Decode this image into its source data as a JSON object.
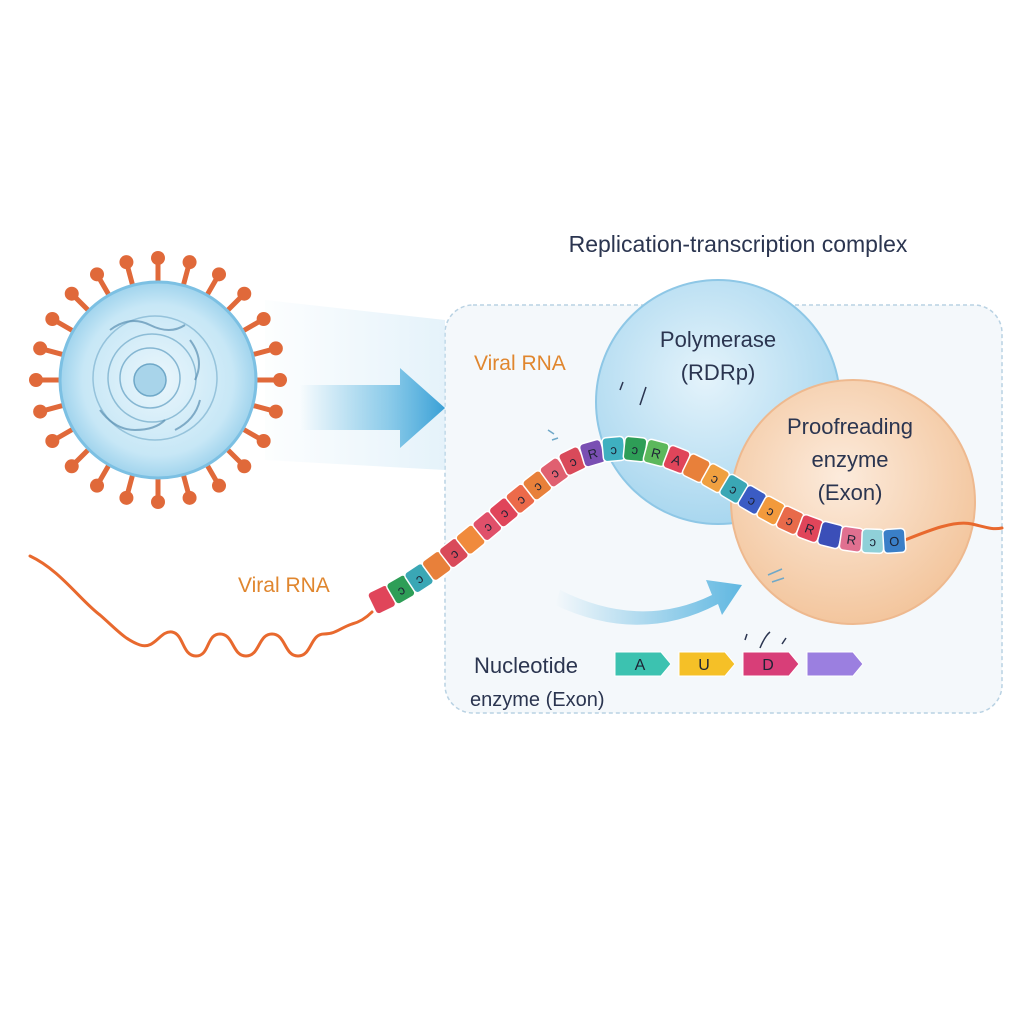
{
  "title": "Replication-transcription complex",
  "labels": {
    "viral_rna_top": "Viral RNA",
    "viral_rna_left": "Viral RNA",
    "polymerase_line1": "Polymerase",
    "polymerase_line2": "(RDRp)",
    "proofreading_line1": "Proofreading",
    "proofreading_line2": "enzyme",
    "proofreading_line3": "(Exon)",
    "nucleotide_line1": "Nucleotide",
    "nucleotide_line2": "enzyme (Exon)"
  },
  "strand_beads": [
    {
      "color": "#e0455a",
      "glyph": ""
    },
    {
      "color": "#2e9e57",
      "glyph": "ɔ"
    },
    {
      "color": "#3aa7b5",
      "glyph": "ɔ"
    },
    {
      "color": "#e8803a",
      "glyph": ""
    },
    {
      "color": "#d94a5a",
      "glyph": "ɔ"
    },
    {
      "color": "#f08a3c",
      "glyph": ""
    },
    {
      "color": "#e0506a",
      "glyph": "ɔ"
    },
    {
      "color": "#e0455a",
      "glyph": "ɔ"
    },
    {
      "color": "#ec6a4a",
      "glyph": "ɔ"
    },
    {
      "color": "#e8803a",
      "glyph": "ɔ"
    },
    {
      "color": "#e06070",
      "glyph": "ɔ"
    },
    {
      "color": "#d94a5a",
      "glyph": "ɔ"
    },
    {
      "color": "#7a4fb3",
      "glyph": "R"
    },
    {
      "color": "#3fb0c0",
      "glyph": "ɔ"
    },
    {
      "color": "#2e9e57",
      "glyph": "ɔ"
    },
    {
      "color": "#5cb85c",
      "glyph": "R"
    },
    {
      "color": "#e0455a",
      "glyph": "A"
    },
    {
      "color": "#e8803a",
      "glyph": ""
    },
    {
      "color": "#f0a040",
      "glyph": "ɔ"
    },
    {
      "color": "#3aa7b5",
      "glyph": "ɔ"
    },
    {
      "color": "#3b5cc4",
      "glyph": "ɔ"
    },
    {
      "color": "#f29a3c",
      "glyph": "ɔ"
    },
    {
      "color": "#e86a4a",
      "glyph": "ɔ"
    },
    {
      "color": "#e0455a",
      "glyph": "R"
    },
    {
      "color": "#3b4fb8",
      "glyph": ""
    },
    {
      "color": "#e07090",
      "glyph": "R"
    },
    {
      "color": "#8fd0d8",
      "glyph": "ɔ"
    },
    {
      "color": "#3a7fc8",
      "glyph": "O"
    }
  ],
  "nucleotides": [
    {
      "glyph": "A",
      "color": "#3cc2b0"
    },
    {
      "glyph": "U",
      "color": "#f5c027"
    },
    {
      "glyph": "D",
      "color": "#d83e78"
    },
    {
      "glyph": "",
      "color": "#9b7fe0"
    }
  ],
  "colors": {
    "virus_spike": "#e0693a",
    "virus_body": "#bfe4f5",
    "polymerase": "#cfe8f6",
    "proofreading": "#f8d8bb",
    "arrow": "#4fb0de",
    "rna": "#e8692e",
    "label_orange": "#e0862e",
    "text_dark": "#2b3550"
  }
}
